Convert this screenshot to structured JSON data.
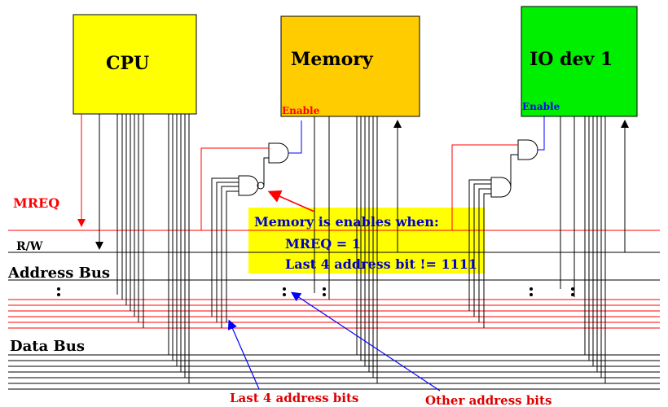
{
  "components": {
    "cpu": {
      "label": "CPU",
      "fill": "#ffff00"
    },
    "memory": {
      "label": "Memory",
      "fill": "#ffcc00",
      "enable_label": "Enable",
      "enable_color": "#ff0000"
    },
    "io": {
      "label": "IO dev 1",
      "fill": "#00ee00",
      "enable_label": "Enable",
      "enable_color": "#0000ff"
    }
  },
  "bus_labels": {
    "mreq": "MREQ",
    "rw": "R/W",
    "address": "Address Bus",
    "data": "Data Bus"
  },
  "note": {
    "line1": "Memory is enables when:",
    "line2": "MREQ = 1",
    "line3": "Last 4 address bit != 1111",
    "fill": "#ffff00",
    "text_color": "#0000cc"
  },
  "annotations": {
    "last4": "Last 4 address bits",
    "other": "Other address bits",
    "color": "#dd0000"
  },
  "colors": {
    "signal_red": "#ff0000",
    "signal_blue": "#0000ff",
    "wire": "#000000"
  }
}
